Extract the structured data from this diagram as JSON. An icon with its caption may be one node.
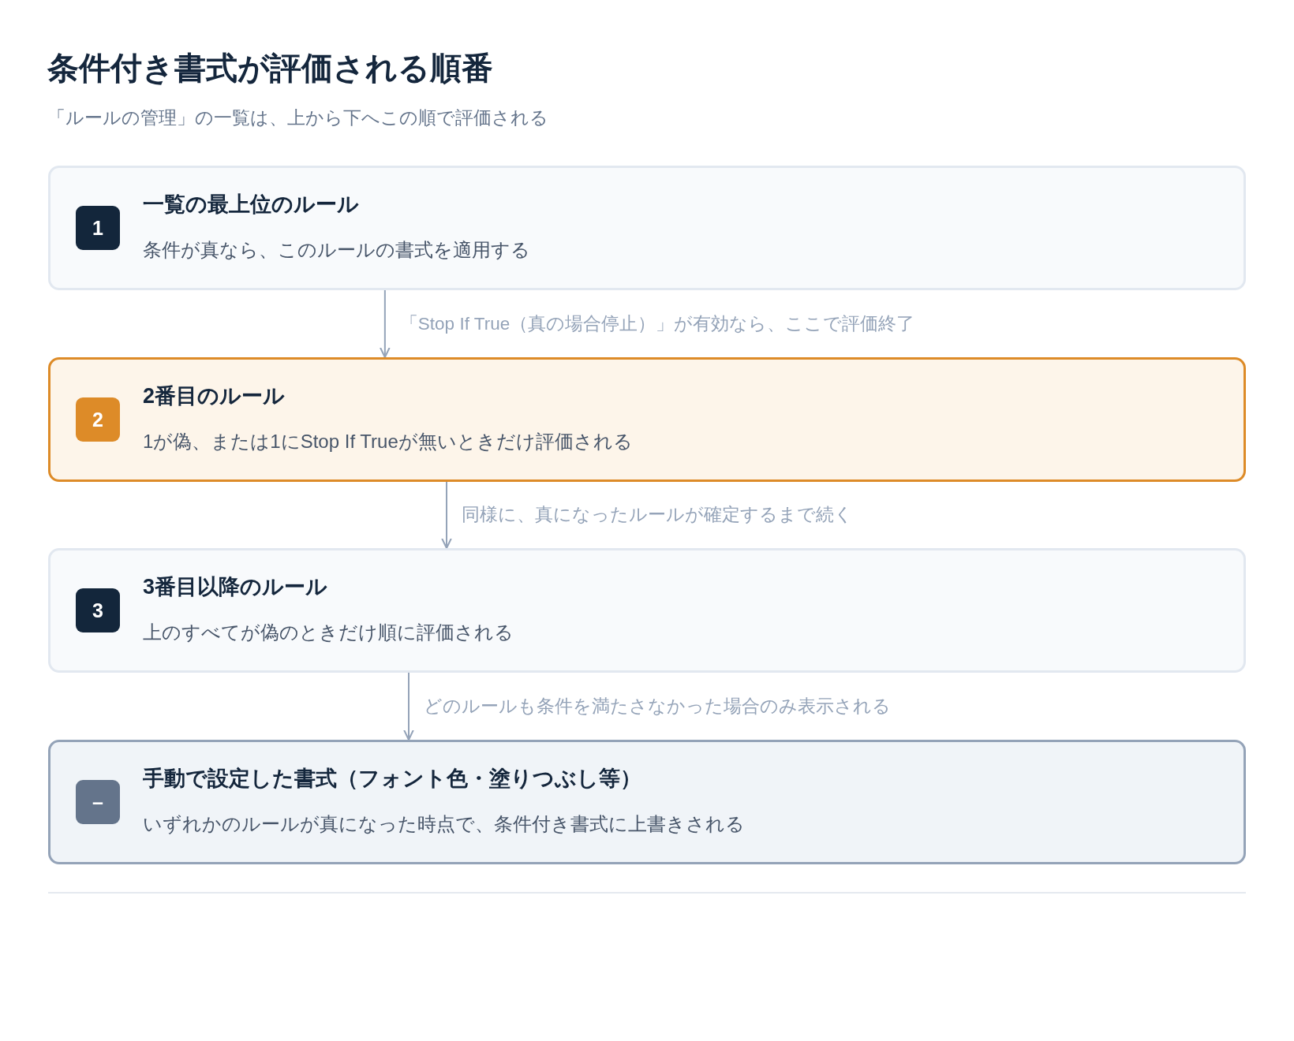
{
  "diagram": {
    "title": "条件付き書式が評価される順番",
    "caption": "「ルールの管理」の一覧は、上から下へこの順で評価される",
    "nodes": [
      {
        "text": [
          "一覧の最上位のルール",
          "条件が真なら、このルールの書式を適用する"
        ]
      },
      {
        "text": [
          "1"
        ],
        "in": 0
      },
      {
        "text": [
          "2番目のルール",
          "1が偽、または1にStop If Trueが無いときだけ評価される"
        ]
      },
      {
        "text": [
          "2"
        ],
        "in": 2
      },
      {
        "text": [
          "3番目以降のルール",
          "上のすべてが偽のときだけ順に評価される"
        ]
      },
      {
        "text": [
          "3"
        ],
        "in": 4
      },
      {
        "text": [
          "手動で設定した書式（フォント色・塗りつぶし等）",
          "いずれかのルールが真になった時点で、条件付き書式に上書きされる"
        ]
      },
      {
        "text": [
          "–"
        ],
        "in": 6
      }
    ],
    "edges": [
      {
        "from": 0,
        "to": 2,
        "arrow": "to",
        "label": "「Stop If True（真の場合停止）」が有効なら、ここで評価終了"
      },
      {
        "from": 2,
        "to": 4,
        "arrow": "to",
        "label": "同様に、真になったルールが確定するまで続く"
      },
      {
        "from": 4,
        "to": 6,
        "arrow": "to",
        "label": "どのルールも条件を満たさなかった場合のみ表示される"
      }
    ]
  }
}
